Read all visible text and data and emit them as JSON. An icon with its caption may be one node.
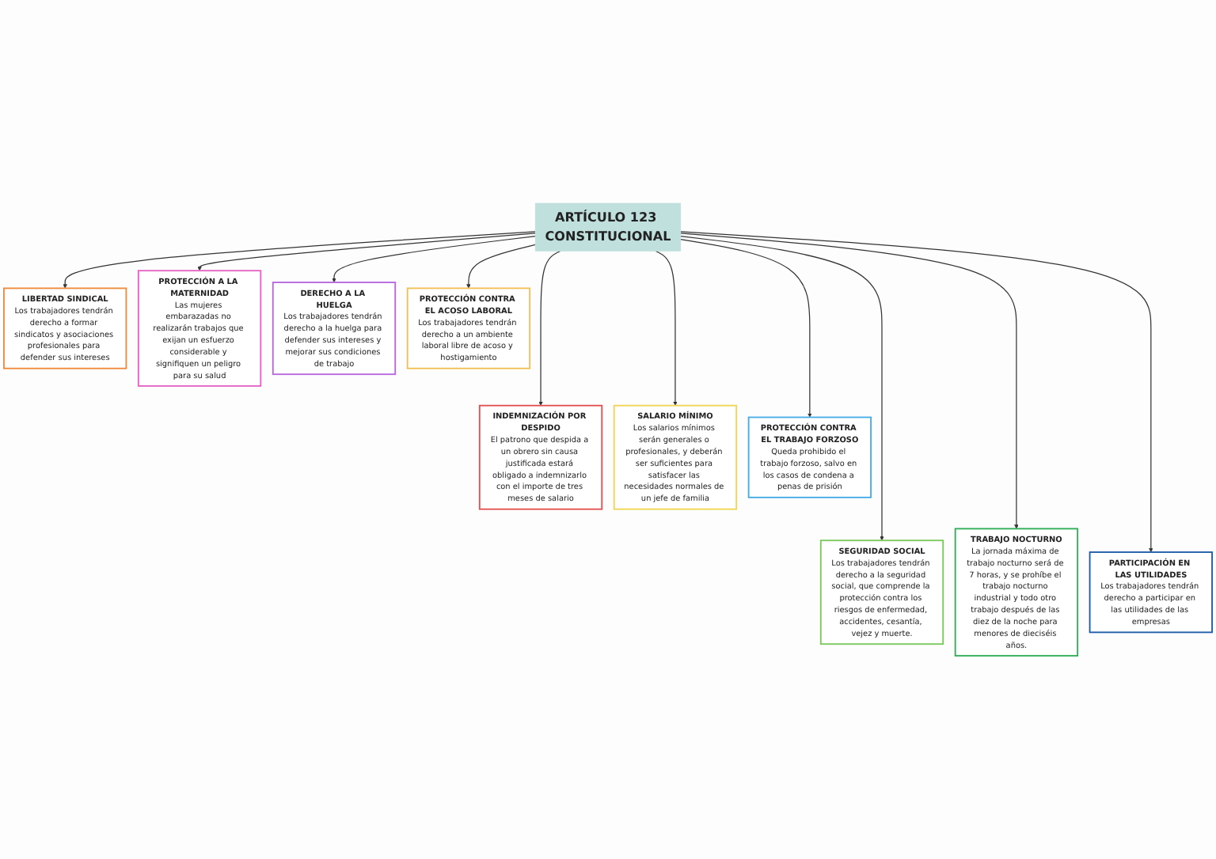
{
  "diagram": {
    "nodes": [
      {
        "text": [
          "ARTÍCULO 123 CONSTITUCIONAL"
        ]
      },
      {
        "text": [
          "LIBERTAD SINDICAL",
          "Los trabajadores tendrán derecho a formar sindicatos y asociaciones profesionales para defender sus intereses"
        ]
      },
      {
        "text": [
          "PROTECCIÓN A LA MATERNIDAD",
          "Las mujeres embarazadas no realizarán trabajos que exijan un esfuerzo considerable y signifiquen un peligro para su salud"
        ]
      },
      {
        "text": [
          "DERECHO A LA HUELGA",
          "Los trabajadores tendrán derecho a la huelga para defender sus intereses y mejorar sus condiciones de trabajo"
        ]
      },
      {
        "text": [
          "PROTECCIÓN CONTRA EL ACOSO LABORAL",
          "Los trabajadores tendrán derecho a un ambiente laboral libre de acoso y hostigamiento"
        ]
      },
      {
        "text": [
          "INDEMNIZACIÓN POR DESPIDO",
          "El patrono que despida a un obrero sin causa justificada estará obligado a indemnizarlo con el importe de tres meses de salario"
        ]
      },
      {
        "text": [
          "SALARIO MÍNIMO",
          "Los salarios mínimos serán generales o profesionales, y deberán ser suficientes para satisfacer las necesidades normales de un jefe de familia"
        ]
      },
      {
        "text": [
          "PROTECCIÓN CONTRA EL TRABAJO FORZOSO",
          "Queda prohibido el trabajo forzoso, salvo en los casos de condena a penas de prisión"
        ]
      },
      {
        "text": [
          "SEGURIDAD SOCIAL",
          "Los trabajadores tendrán derecho a la seguridad social, que comprende la protección contra los riesgos de enfermedad, accidentes, cesantía, vejez y muerte."
        ]
      },
      {
        "text": [
          "TRABAJO NOCTURNO",
          "La jornada máxima de trabajo nocturno será de 7 horas, y se prohíbe el trabajo nocturno industrial y todo otro trabajo después de las diez de la noche para menores de dieciséis años."
        ]
      },
      {
        "text": [
          "PARTICIPACIÓN EN LAS UTILIDADES",
          "Los trabajadores tendrán derecho a participar en las utilidades de las empresas"
        ]
      }
    ],
    "edges": [
      {
        "from": 0,
        "to": 1,
        "arrow": "to"
      },
      {
        "from": 0,
        "to": 2,
        "arrow": "to"
      },
      {
        "from": 0,
        "to": 3,
        "arrow": "to"
      },
      {
        "from": 0,
        "to": 4,
        "arrow": "to"
      },
      {
        "from": 0,
        "to": 5,
        "arrow": "to"
      },
      {
        "from": 0,
        "to": 6,
        "arrow": "to"
      },
      {
        "from": 0,
        "to": 7,
        "arrow": "to"
      },
      {
        "from": 0,
        "to": 8,
        "arrow": "to"
      },
      {
        "from": 0,
        "to": 9,
        "arrow": "to"
      },
      {
        "from": 0,
        "to": 10,
        "arrow": "to"
      }
    ]
  }
}
